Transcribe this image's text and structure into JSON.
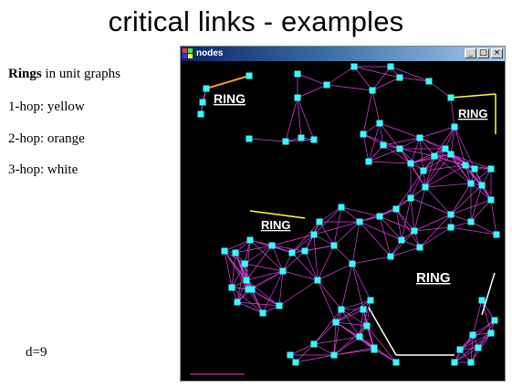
{
  "slide": {
    "title": "critical links - examples",
    "rings_bold": "Rings",
    "rings_rest": " in unit graphs",
    "hop1": "1-hop: yellow",
    "hop2": "2-hop: orange",
    "hop3": "3-hop: white",
    "degree": "d=9"
  },
  "window": {
    "title": "nodes",
    "min_glyph": "_",
    "max_glyph": "□",
    "close_glyph": "×"
  },
  "graph": {
    "ring_labels": [
      "RING",
      "RING",
      "RING",
      "RING"
    ],
    "colors": {
      "background": "#000000",
      "edge": "#e040e0",
      "node": "#33ffff",
      "hop1": "#ffff33",
      "hop2": "#ff9933",
      "hop3": "#ffffff"
    }
  }
}
